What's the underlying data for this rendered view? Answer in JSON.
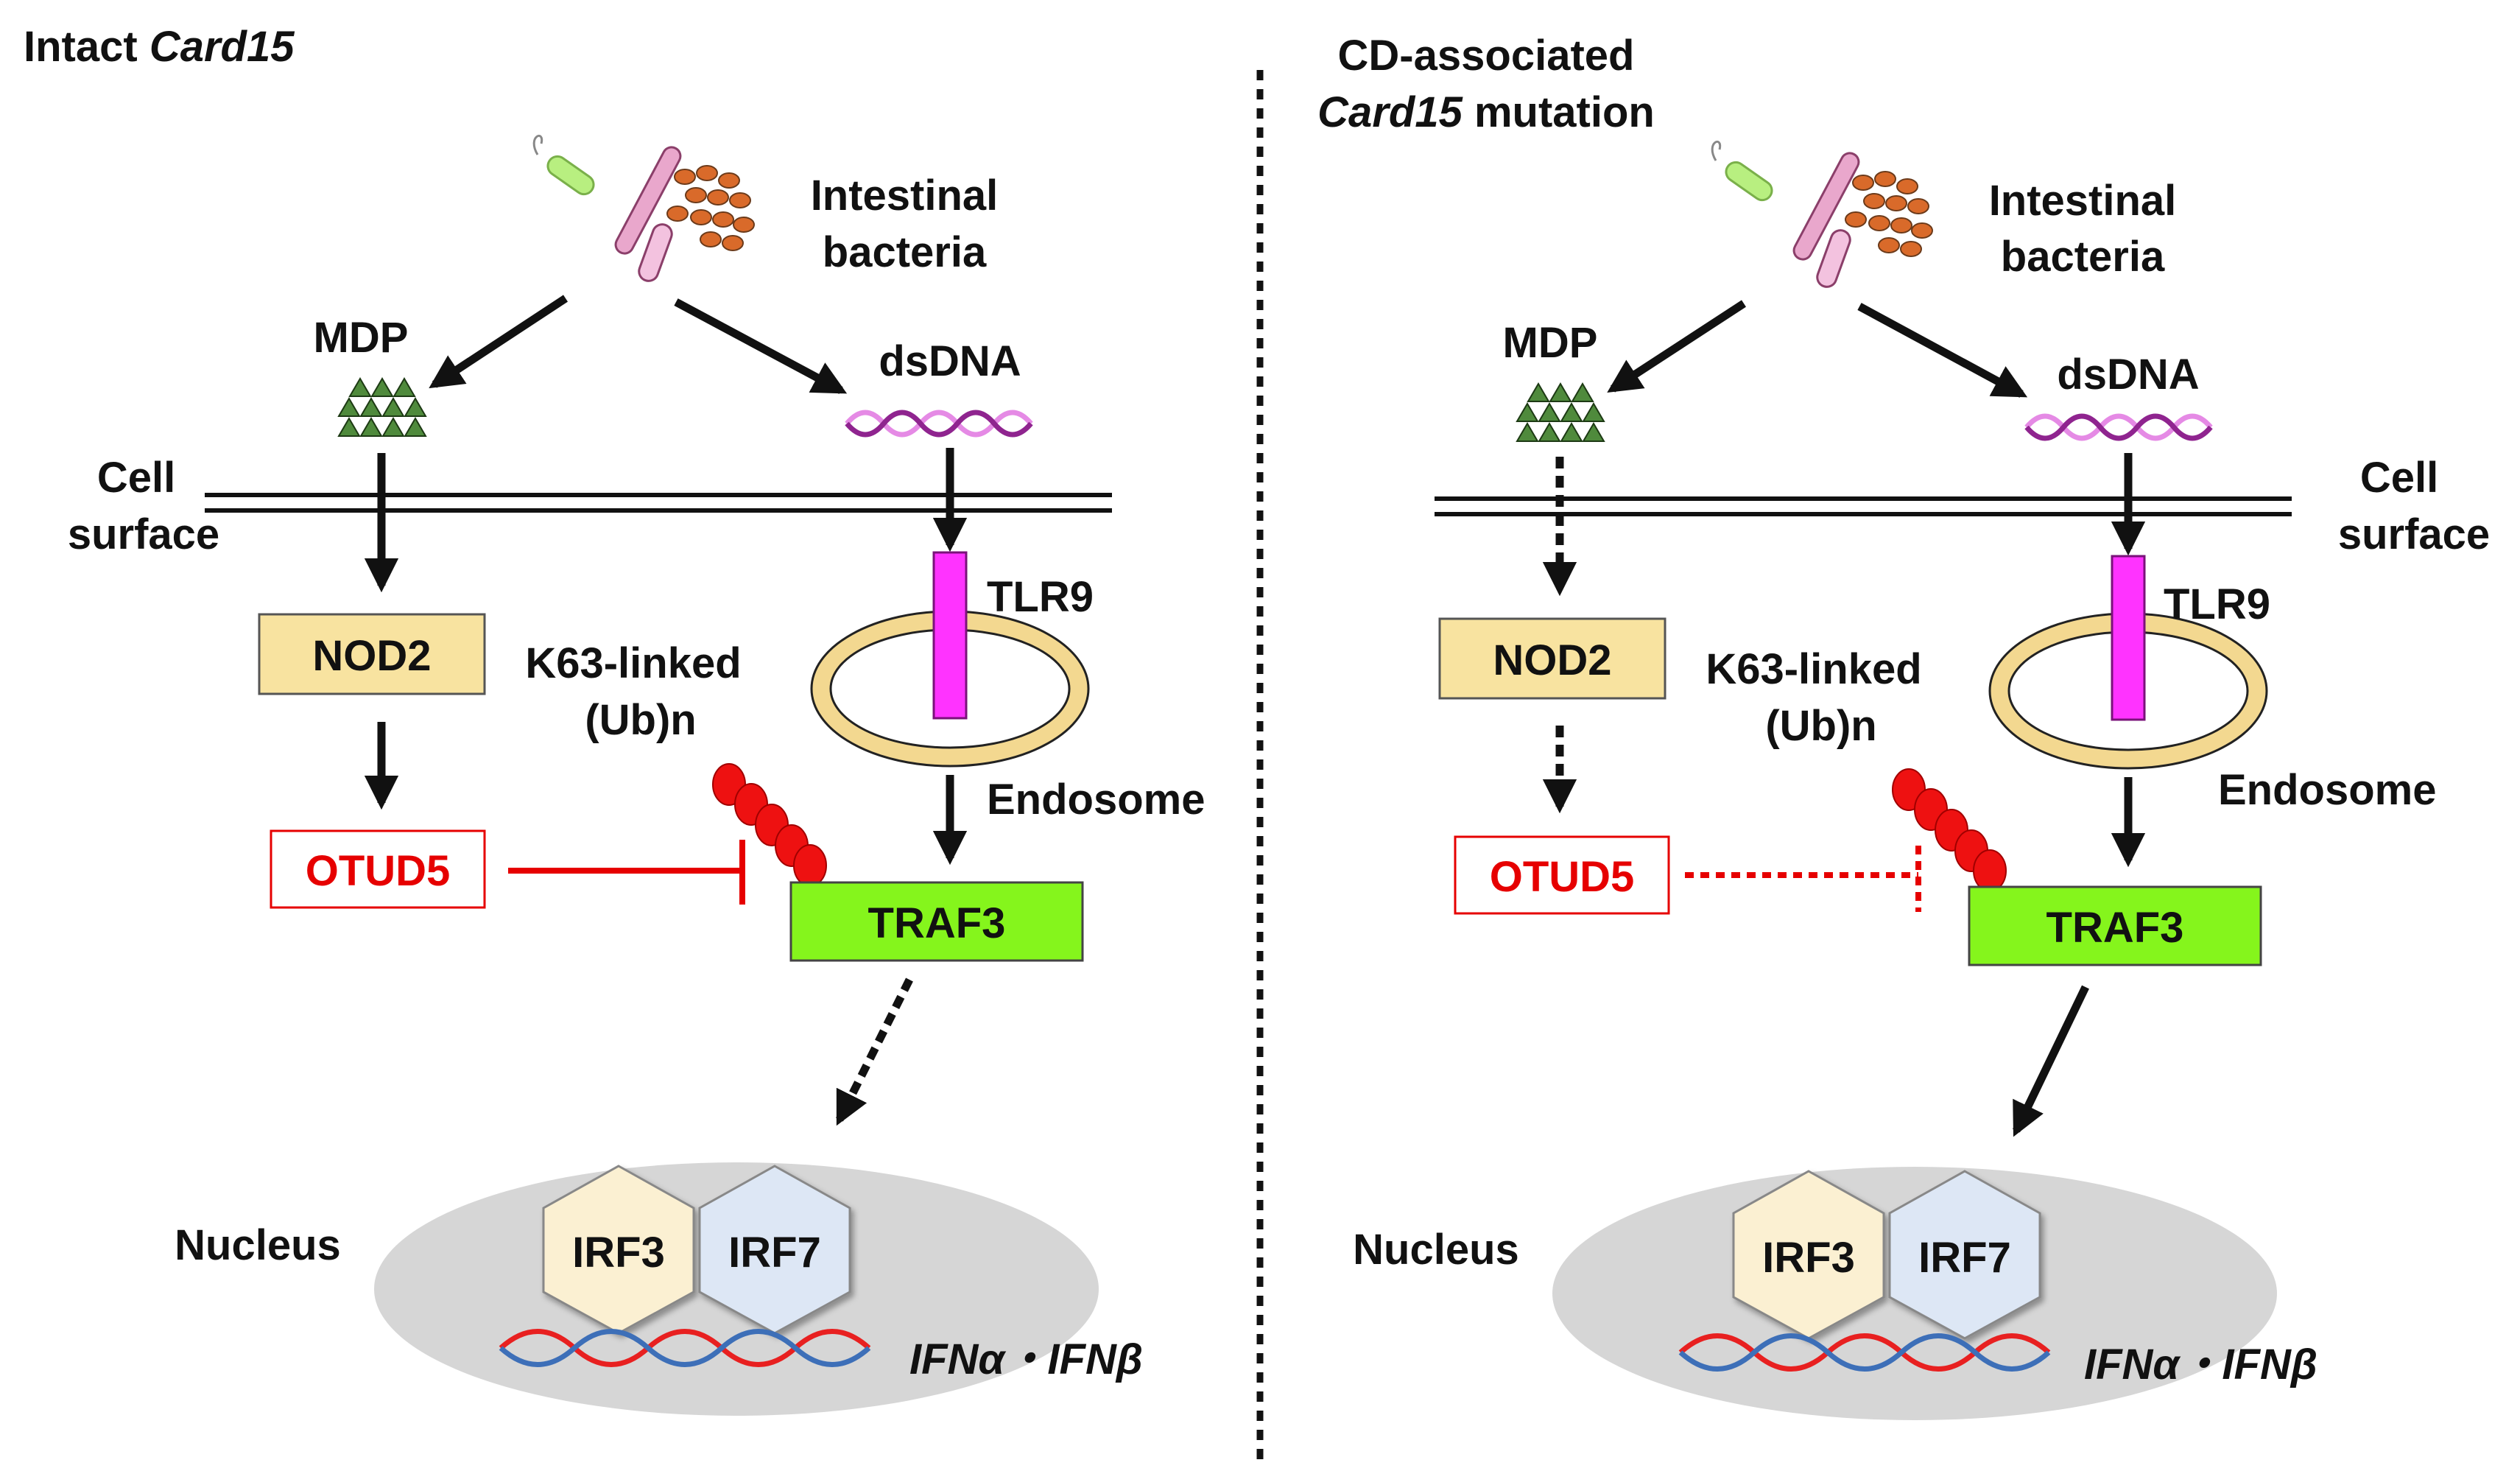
{
  "left_panel": {
    "title_plain": "Intact ",
    "title_italic": "Card15",
    "bacteria_label_line1": "Intestinal",
    "bacteria_label_line2": "bacteria",
    "mdp": "MDP",
    "dsdna": "dsDNA",
    "cell_surface_line1": "Cell",
    "cell_surface_line2": "surface",
    "tlr9": "TLR9",
    "nod2": "NOD2",
    "k63_line1": "K63-linked",
    "k63_line2": "(Ub)n",
    "endosome": "Endosome",
    "otud5": "OTUD5",
    "traf3": "TRAF3",
    "nucleus": "Nucleus",
    "irf3": "IRF3",
    "irf7": "IRF7",
    "ifn": "IFNα・IFNβ"
  },
  "right_panel": {
    "title_line1": "CD-associated",
    "title_line2_italic": "Card15",
    "title_line2_plain": " mutation",
    "bacteria_label_line1": "Intestinal",
    "bacteria_label_line2": "bacteria",
    "mdp": "MDP",
    "dsdna": "dsDNA",
    "cell_surface_line1": "Cell",
    "cell_surface_line2": "surface",
    "tlr9": "TLR9",
    "nod2": "NOD2",
    "k63_line1": "K63-linked",
    "k63_line2": "(Ub)n",
    "endosome": "Endosome",
    "otud5": "OTUD5",
    "traf3": "TRAF3",
    "nucleus": "Nucleus",
    "irf3": "IRF3",
    "irf7": "IRF7",
    "ifn": "IFNα・IFNβ"
  },
  "colors": {
    "nod2_fill": "#f8e3a0",
    "traf3_fill": "#85f51c",
    "tlr9_fill": "#ff33ff",
    "otud5_red": "#e60000",
    "ub_red": "#ee1111",
    "irf3_fill": "#fbf0d2",
    "irf7_fill": "#dde7f5",
    "nucleus_fill": "#d6d6d6",
    "mdp_green": "#4f8a3c",
    "dna_magenta": "#b335b3",
    "dna_red": "#e82020",
    "dna_blue": "#3d6fb8"
  }
}
